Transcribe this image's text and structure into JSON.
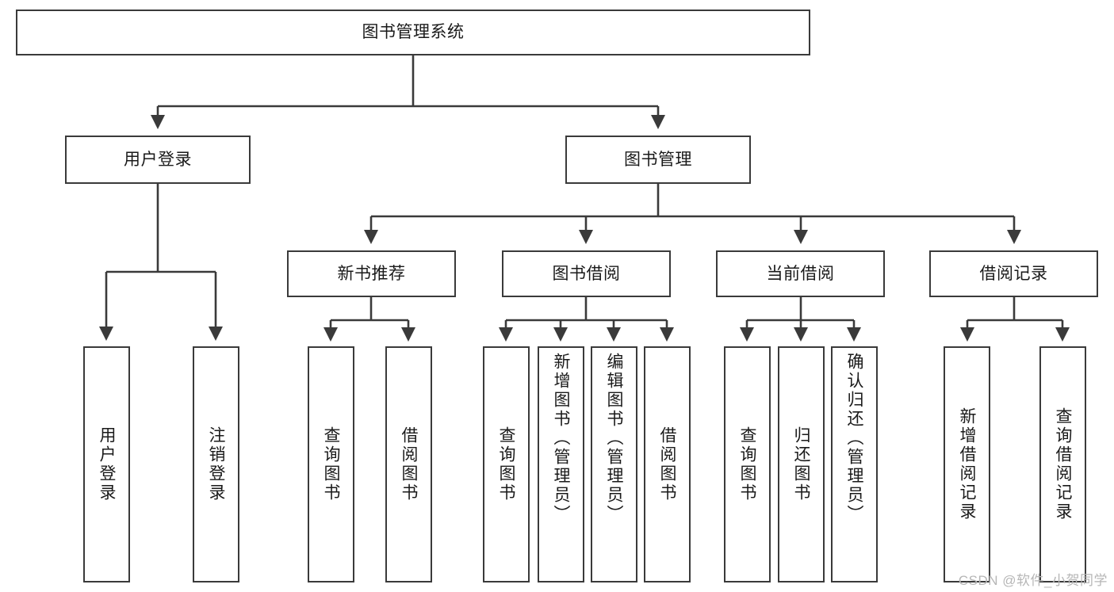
{
  "diagram": {
    "title_node": {
      "label": "图书管理系统"
    },
    "level2": [
      {
        "id": "user-login",
        "label": "用户登录"
      },
      {
        "id": "book-manage",
        "label": "图书管理"
      }
    ],
    "level3": [
      {
        "id": "new-book-recommend",
        "label": "新书推荐"
      },
      {
        "id": "book-borrow",
        "label": "图书借阅"
      },
      {
        "id": "current-borrow",
        "label": "当前借阅"
      },
      {
        "id": "borrow-record",
        "label": "借阅记录"
      }
    ],
    "leaves": [
      {
        "id": "leaf-user-login",
        "label": "用户登录",
        "parent": "user-login"
      },
      {
        "id": "leaf-logout",
        "label": "注销登录",
        "parent": "user-login"
      },
      {
        "id": "leaf-query-book-1",
        "label": "查询图书",
        "parent": "new-book-recommend"
      },
      {
        "id": "leaf-borrow-book-1",
        "label": "借阅图书",
        "parent": "new-book-recommend"
      },
      {
        "id": "leaf-query-book-2",
        "label": "查询图书",
        "parent": "book-borrow"
      },
      {
        "id": "leaf-add-book",
        "label": "新增图书（管理员）",
        "parent": "book-borrow"
      },
      {
        "id": "leaf-edit-book",
        "label": "编辑图书（管理员）",
        "parent": "book-borrow"
      },
      {
        "id": "leaf-borrow-book-2",
        "label": "借阅图书",
        "parent": "book-borrow"
      },
      {
        "id": "leaf-query-book-3",
        "label": "查询图书",
        "parent": "current-borrow"
      },
      {
        "id": "leaf-return-book",
        "label": "归还图书",
        "parent": "current-borrow"
      },
      {
        "id": "leaf-confirm-return",
        "label": "确认归还（管理员）",
        "parent": "current-borrow"
      },
      {
        "id": "leaf-add-record",
        "label": "新增借阅记录",
        "parent": "borrow-record"
      },
      {
        "id": "leaf-query-record",
        "label": "查询借阅记录",
        "parent": "borrow-record"
      }
    ],
    "watermark": "CSDN @软件_小贺同学",
    "colors": {
      "border": "#3a3a3a",
      "text": "#1a1a1a",
      "background": "#ffffff",
      "watermark": "#b6b6b6"
    }
  }
}
